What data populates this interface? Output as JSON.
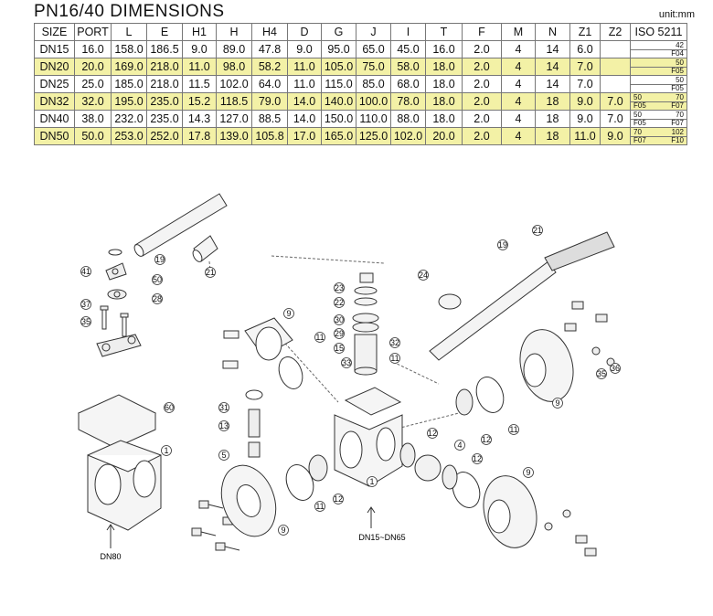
{
  "title": "PN16/40  DIMENSIONS",
  "unit": "unit:mm",
  "table": {
    "headers": [
      "SIZE",
      "PORT",
      "L",
      "E",
      "H1",
      "H",
      "H4",
      "D",
      "G",
      "J",
      "I",
      "T",
      "F",
      "M",
      "N",
      "Z1",
      "Z2",
      "ISO 5211"
    ],
    "rows": [
      {
        "cells": [
          "DN15",
          "16.0",
          "158.0",
          "186.5",
          "9.0",
          "89.0",
          "47.8",
          "9.0",
          "95.0",
          "65.0",
          "45.0",
          "16.0",
          "2.0",
          "4",
          "14",
          "6.0",
          ""
        ],
        "iso_top": [
          "",
          "42"
        ],
        "iso_bottom": [
          "",
          "F04"
        ],
        "highlight": false
      },
      {
        "cells": [
          "DN20",
          "20.0",
          "169.0",
          "218.0",
          "11.0",
          "98.0",
          "58.2",
          "11.0",
          "105.0",
          "75.0",
          "58.0",
          "18.0",
          "2.0",
          "4",
          "14",
          "7.0",
          ""
        ],
        "iso_top": [
          "",
          "50"
        ],
        "iso_bottom": [
          "",
          "F05"
        ],
        "highlight": true
      },
      {
        "cells": [
          "DN25",
          "25.0",
          "185.0",
          "218.0",
          "11.5",
          "102.0",
          "64.0",
          "11.0",
          "115.0",
          "85.0",
          "68.0",
          "18.0",
          "2.0",
          "4",
          "14",
          "7.0",
          ""
        ],
        "iso_top": [
          "",
          "50"
        ],
        "iso_bottom": [
          "",
          "F05"
        ],
        "highlight": false
      },
      {
        "cells": [
          "DN32",
          "32.0",
          "195.0",
          "235.0",
          "15.2",
          "118.5",
          "79.0",
          "14.0",
          "140.0",
          "100.0",
          "78.0",
          "18.0",
          "2.0",
          "4",
          "18",
          "9.0",
          "7.0"
        ],
        "iso_top": [
          "50",
          "70"
        ],
        "iso_bottom": [
          "F05",
          "F07"
        ],
        "highlight": true
      },
      {
        "cells": [
          "DN40",
          "38.0",
          "232.0",
          "235.0",
          "14.3",
          "127.0",
          "88.5",
          "14.0",
          "150.0",
          "110.0",
          "88.0",
          "18.0",
          "2.0",
          "4",
          "18",
          "9.0",
          "7.0"
        ],
        "iso_top": [
          "50",
          "70"
        ],
        "iso_bottom": [
          "F05",
          "F07"
        ],
        "highlight": false
      },
      {
        "cells": [
          "DN50",
          "50.0",
          "253.0",
          "252.0",
          "17.8",
          "139.0",
          "105.8",
          "17.0",
          "165.0",
          "125.0",
          "102.0",
          "20.0",
          "2.0",
          "4",
          "18",
          "11.0",
          "9.0"
        ],
        "iso_top": [
          "70",
          "102"
        ],
        "iso_bottom": [
          "F07",
          "F10"
        ],
        "highlight": true
      }
    ]
  },
  "diagram": {
    "captions": {
      "left": "DN80",
      "right": "DN15~DN65"
    },
    "part_numbers": [
      "19",
      "21",
      "41",
      "50",
      "37",
      "28",
      "35",
      "38",
      "60",
      "1",
      "9",
      "11",
      "31",
      "13",
      "5",
      "23",
      "22",
      "30",
      "29",
      "15",
      "32",
      "33",
      "24",
      "12",
      "4",
      "36"
    ]
  }
}
